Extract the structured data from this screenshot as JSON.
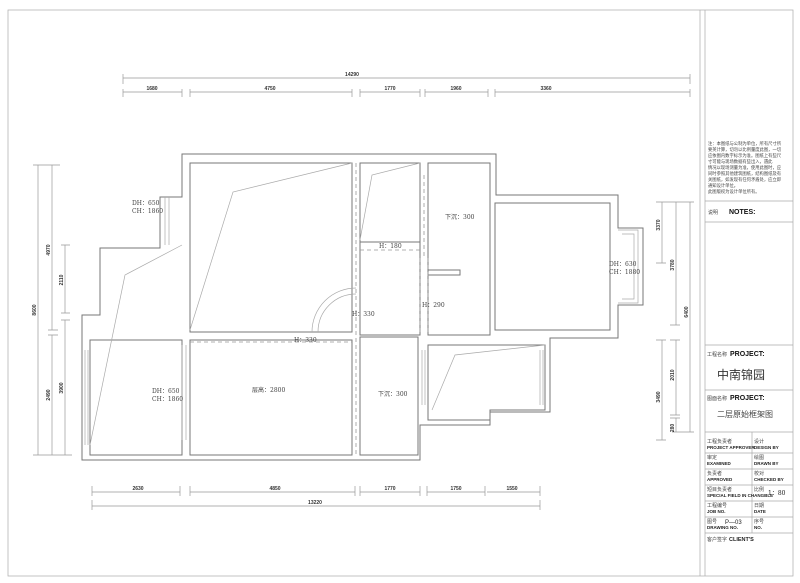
{
  "dimensions": {
    "top_total": "14290",
    "top": [
      "1680",
      "4750",
      "1770",
      "1960",
      "3360"
    ],
    "bottom": [
      "2630",
      "4850",
      "1770",
      "1750",
      "1550"
    ],
    "bottom_total": "13220",
    "left_total": "8600",
    "left_outer": [
      "4970",
      "2490"
    ],
    "left_inner": [
      "2110",
      "3900"
    ],
    "right_total": "6400",
    "right_outer": [
      "3780",
      "2010"
    ],
    "right_inner": [
      "3370",
      "3490",
      "280"
    ]
  },
  "labels": {
    "window_top_left": {
      "dh": "DH：650",
      "ch": "CH：1860"
    },
    "window_bottom_left": {
      "dh": "DH：650",
      "ch": "CH：1860"
    },
    "window_right": {
      "dh": "DH：630",
      "ch": "CH：1880"
    },
    "sunken_top": "下沉：300",
    "sunken_bottom": "下沉：300",
    "beam_h180": "H：180",
    "beam_h290": "H：290",
    "beam_h330_v": "H：330",
    "beam_h330_h": "H：330",
    "floor_height": "层高：2800"
  },
  "title_block": {
    "notes_text": [
      "注：本图纸与公制为单位，所有尺寸所",
      "要英计算，切勿以比例量度此图，一切",
      "应依图内数字标示为准。图纸上有些尺",
      "寸可能与现场数据有些出入，遇此",
      "情况以现场测量为准，使用此图时，应",
      "同时参照其他建筑图纸，结构图纸及有",
      "关图纸，如发现有任何矛盾处，应立即",
      "通知设计单位。",
      "此图版权为设计单位所有。"
    ],
    "notes_cn": "说明",
    "notes_en": "NOTES:",
    "project_cn": "工程名称",
    "project_en": "PROJECT:",
    "project_name": "中南锦园",
    "drawing_cn": "图面名称",
    "drawing_en": "PROJECT:",
    "drawing_name": "二层原始框架图",
    "rows": [
      {
        "l_cn": "工程负责者",
        "l_en": "PROJECT APPROVER",
        "r_cn": "设计",
        "r_en": "DESIGN BY",
        "value": ""
      },
      {
        "l_cn": "审定",
        "l_en": "EXAMINED",
        "r_cn": "绘图",
        "r_en": "DRAWN BY",
        "value": ""
      },
      {
        "l_cn": "负责者",
        "l_en": "APPROVED",
        "r_cn": "校对",
        "r_en": "CHECKED BY",
        "value": ""
      },
      {
        "l_cn": "短目负责者",
        "l_en": "SPECIAL FIELD IN CHANGBLE",
        "r_cn": "比例",
        "r_en": "",
        "value": "1：80"
      },
      {
        "l_cn": "工程编号",
        "l_en": "JOB NO.",
        "r_cn": "日期",
        "r_en": "DATE",
        "value": ""
      },
      {
        "l_cn": "图号",
        "l_en": "DRAWING NO.",
        "r_cn": "序号",
        "r_en": "NO.",
        "value": "P—03"
      }
    ],
    "client_cn": "客户签字",
    "client_en": "CLIENT'S"
  }
}
